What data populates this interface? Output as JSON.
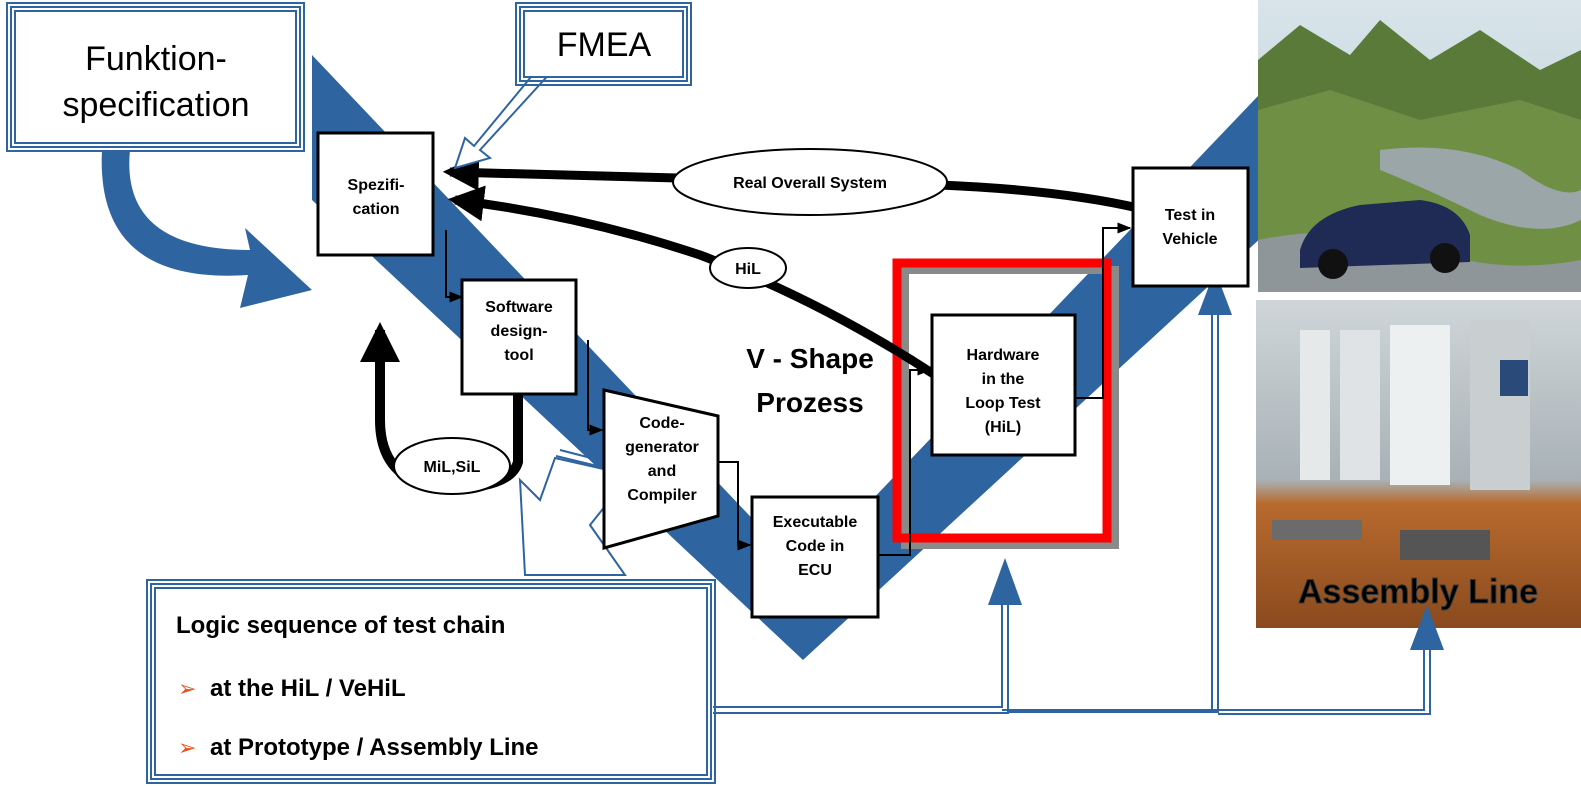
{
  "callouts": {
    "function_spec_line1": "Funktion-",
    "function_spec_line2": "specification",
    "fmea": "FMEA"
  },
  "boxes": {
    "spec_line1": "Spezifi-",
    "spec_line2": "cation",
    "sw_line1": "Software",
    "sw_line2": "design-",
    "sw_line3": "tool",
    "code_line1": "Code-",
    "code_line2": "generator",
    "code_line3": "and",
    "code_line4": "Compiler",
    "exe_line1": "Executable",
    "exe_line2": "Code in",
    "exe_line3": "ECU",
    "hil_line1": "Hardware",
    "hil_line2": "in the",
    "hil_line3": "Loop Test",
    "hil_line4": "(HiL)",
    "veh_line1": "Test in",
    "veh_line2": "Vehicle"
  },
  "ovals": {
    "real_system": "Real Overall System",
    "hil": "HiL",
    "mil_sil": "MiL,SiL"
  },
  "v_shape": {
    "line1": "V - Shape",
    "line2": "Prozess"
  },
  "legend": {
    "title": "Logic sequence of test chain",
    "items": [
      "at the HiL / VeHiL",
      "at Prototype / Assembly Line"
    ],
    "bullet": "➢"
  },
  "photos": {
    "assembly_line_label": "Assembly Line"
  },
  "colors": {
    "v_blue": "#2e64a0",
    "hil_red": "#ff0000",
    "bullet_orange": "#e8501a"
  }
}
